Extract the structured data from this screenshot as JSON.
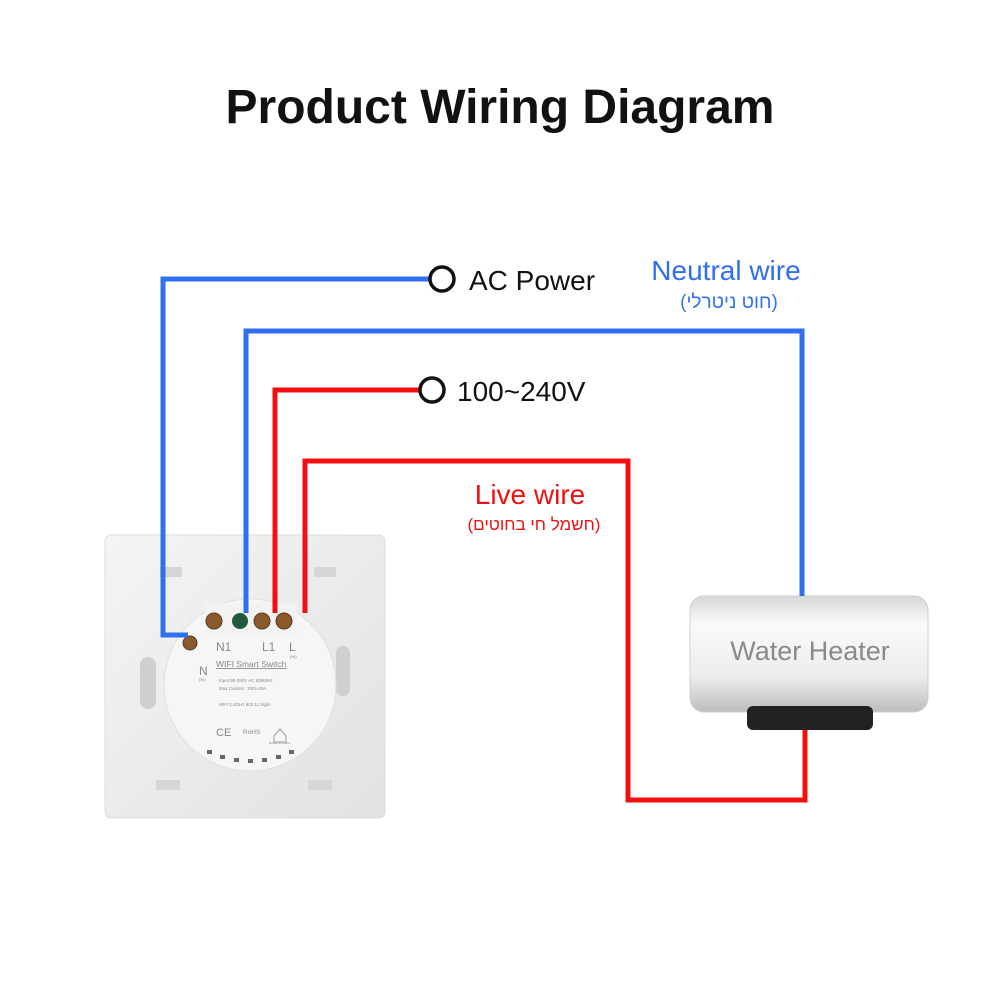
{
  "title": "Product Wiring Diagram",
  "labels": {
    "ac_power": "AC Power",
    "voltage": "100~240V",
    "neutral_wire": "Neutral wire",
    "neutral_wire_hebrew": "(חוט ניטרלי)",
    "live_wire": "Live wire",
    "live_wire_hebrew": "(חשמל חי בחוטים)"
  },
  "switch": {
    "terminal_n1": "N1",
    "terminal_l1": "L1",
    "terminal_l": "L",
    "terminal_l_sub": "(IN)",
    "terminal_n": "N",
    "terminal_n_sub": "(IN)",
    "model": "WIFI Smart Switch",
    "input": "Input:90-250V AC  50/60Hz",
    "max_current": "Max Current : RES-40A",
    "wifi": "WiFi:2.4GHz  802.11 b/g/n",
    "ce": "CE",
    "rohs": "RoHS",
    "made_in": "MADE IN CHINA"
  },
  "heater": {
    "label": "Water Heater"
  },
  "colors": {
    "neutral": "#2f6ff0",
    "live": "#f01010",
    "text": "#111111"
  }
}
